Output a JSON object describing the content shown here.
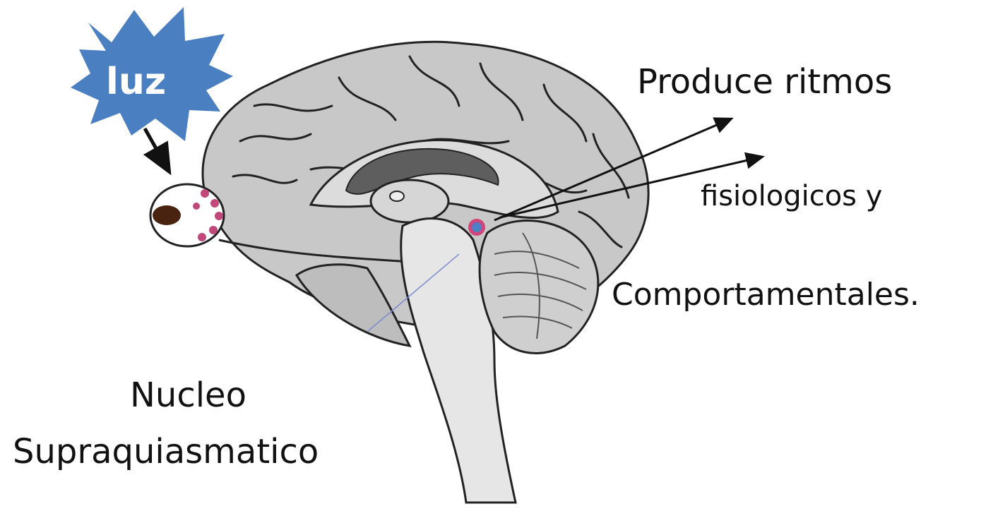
{
  "labels": {
    "light": "luz",
    "output_line1": "Produce ritmos",
    "output_line2": "fisiologicos y",
    "output_line3": "Comportamentales.",
    "nucleus_line1": "Nucleo",
    "nucleus_line2": "Supraquiasmatico"
  },
  "colors": {
    "burst": "#4a7fc1",
    "brain_fill": "#c8c8c8",
    "brain_dark": "#8a8a8a",
    "ventricle": "#5e5e5e",
    "inner_fill": "#dcdcdc",
    "outline": "#222222",
    "retina_dots": "#c0487a",
    "nucleus_ring": "#d0457a",
    "nucleus_core": "#4c7fc4",
    "pupil": "#4a2210",
    "text": "#111111"
  },
  "icons": [
    "light-burst-icon",
    "eye-icon",
    "down-arrow-icon",
    "output-arrow-icon"
  ]
}
